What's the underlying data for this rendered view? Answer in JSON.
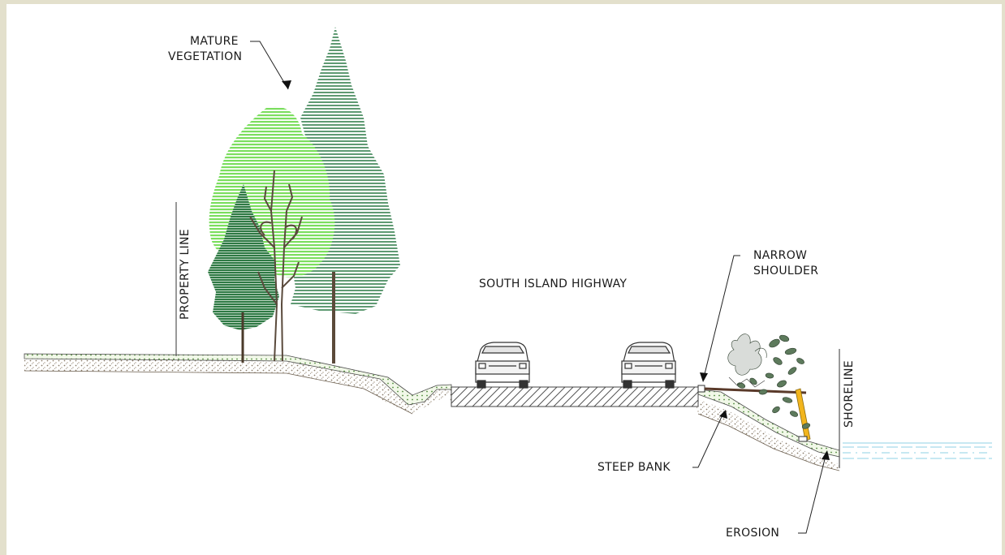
{
  "labels": {
    "mature_vegetation_line1": "MATURE",
    "mature_vegetation_line2": "VEGETATION",
    "property_line": "PROPERTY LINE",
    "highway": "SOUTH ISLAND HIGHWAY",
    "narrow_shoulder_line1": "NARROW",
    "narrow_shoulder_line2": "SHOULDER",
    "shoreline": "SHORELINE",
    "steep_bank": "STEEP BANK",
    "erosion": "EROSION"
  },
  "colors": {
    "frame": "#e3e0cc",
    "canvas": "#ffffff",
    "light_tree": "#7bde5e",
    "dark_tree": "#2f7a45",
    "spruce": "#5f9a73",
    "grass_strip": "#eef7e4",
    "soil": "#d9cfc0",
    "barrier_post": "#f2b51d",
    "water_line": "#8fd0e6"
  }
}
